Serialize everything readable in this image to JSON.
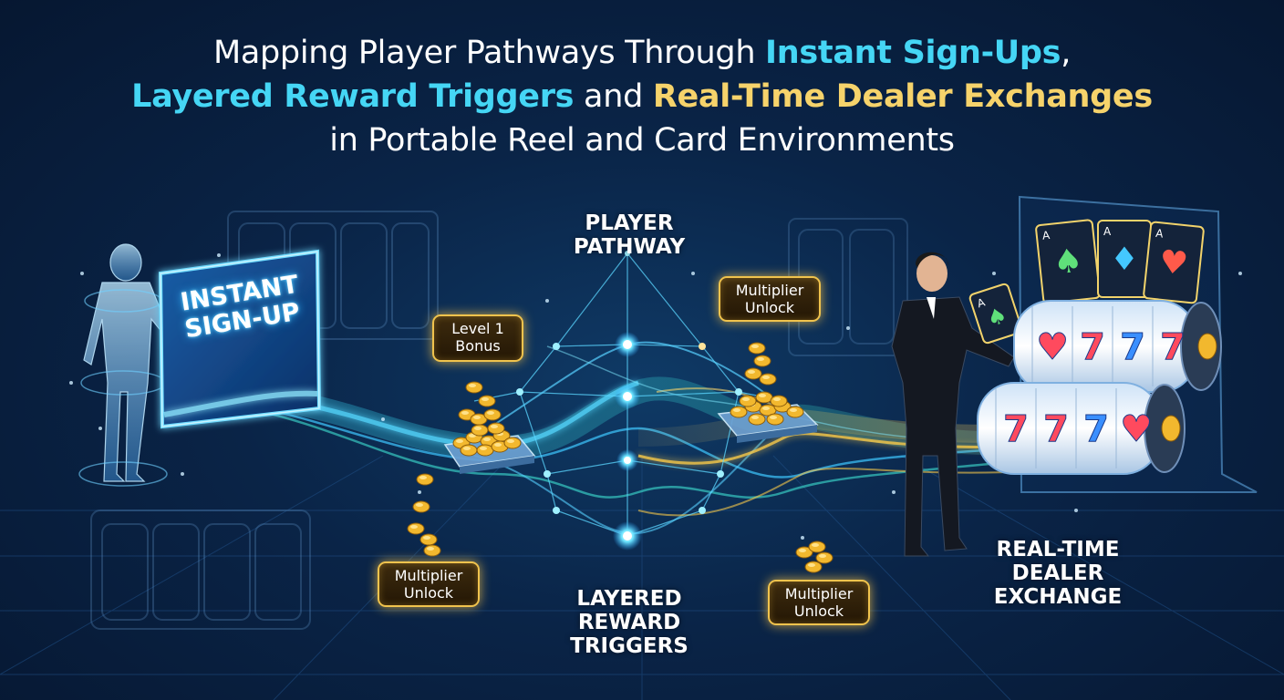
{
  "title": {
    "line1_prefix": "Mapping Player Pathways Through ",
    "line1_highlight": "Instant Sign-Ups",
    "line1_suffix": ",",
    "line2_highlight1": "Layered Reward Triggers",
    "line2_middle": " and ",
    "line2_highlight2": "Real-Time Dealer Exchanges",
    "line3": "in Portable Reel and Card Environments"
  },
  "labels": {
    "instant_signup": "INSTANT SIGN-UP",
    "player_pathway_l1": "PLAYER",
    "player_pathway_l2": "PATHWAY",
    "layered_l1": "LAYERED",
    "layered_l2": "REWARD",
    "layered_l3": "TRIGGERS",
    "dealer_l1": "REAL-TIME",
    "dealer_l2": "DEALER",
    "dealer_l3": "EXCHANGE"
  },
  "badges": {
    "level1_l1": "Level 1",
    "level1_l2": "Bonus",
    "mult_top_l1": "Multiplier",
    "mult_top_l2": "Unlock",
    "mult_left_l1": "Multiplier",
    "mult_left_l2": "Unlock",
    "mult_right_l1": "Multiplier",
    "mult_right_l2": "Unlock"
  },
  "reel_symbols": {
    "seven": "7",
    "spade": "♠",
    "heart": "♥",
    "diamond": "♦",
    "card_ace": "A"
  },
  "colors": {
    "accent_blue": "#45d6f5",
    "accent_gold": "#f6d36b",
    "coin": "#f2b82e",
    "background": "#0a2447"
  }
}
